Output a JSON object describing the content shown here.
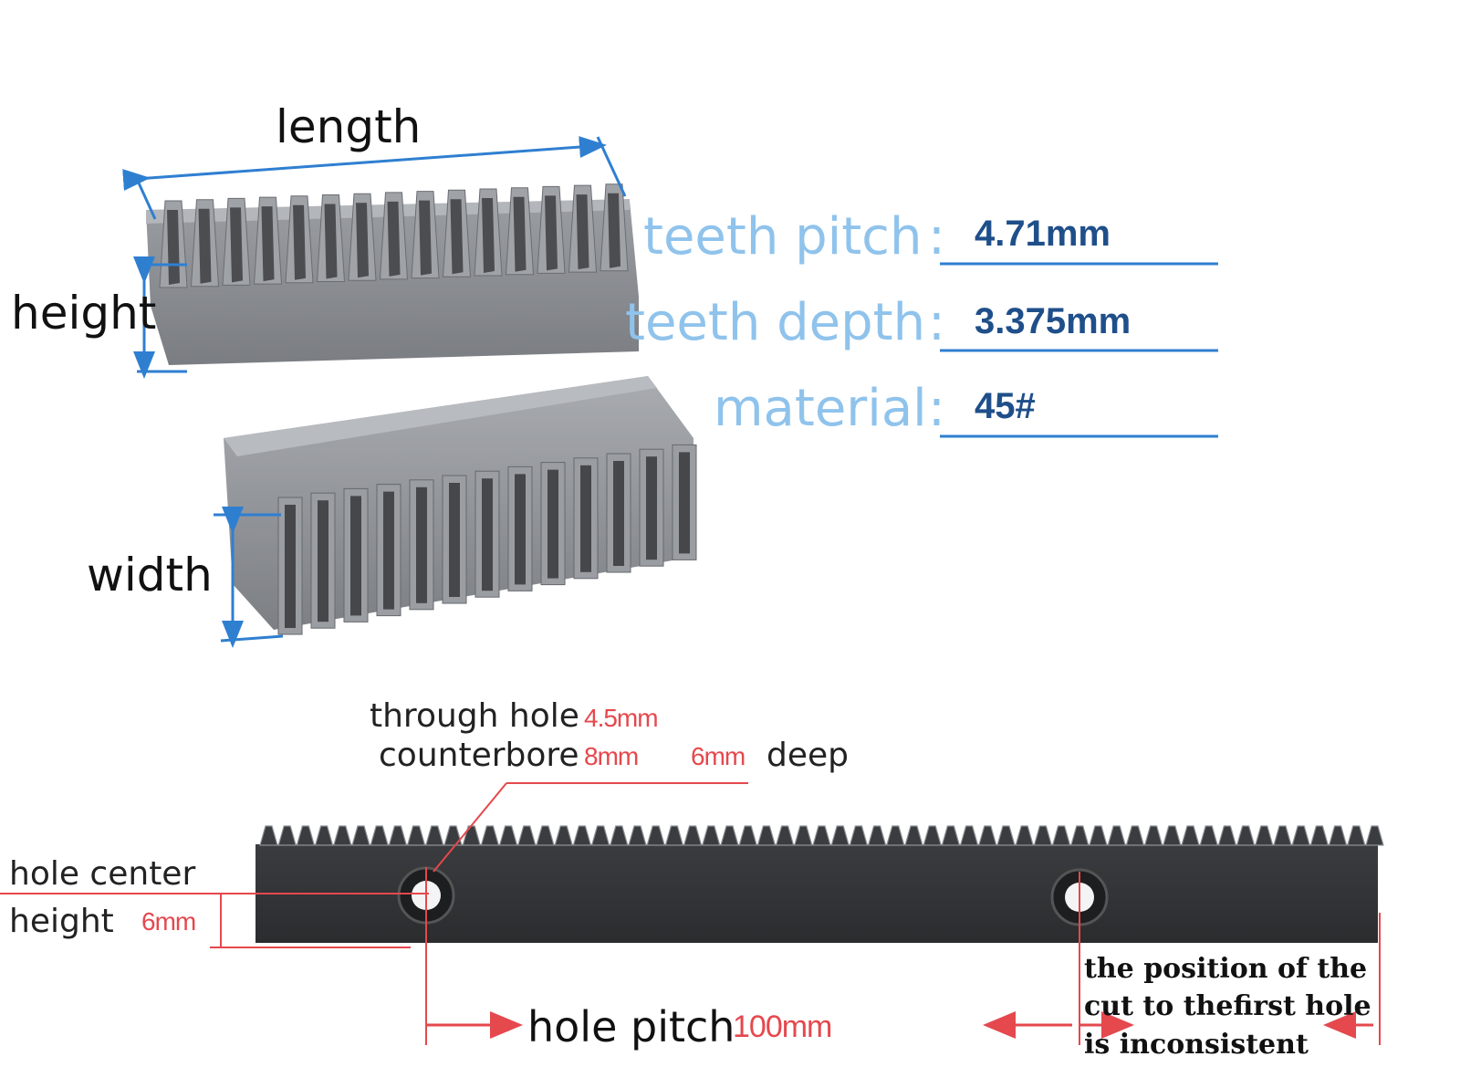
{
  "labels": {
    "length": "length",
    "height": "height",
    "width": "width"
  },
  "specs": {
    "teeth_pitch": {
      "key": "teeth pitch",
      "value": "4.71mm"
    },
    "teeth_depth": {
      "key": "teeth depth",
      "value": "3.375mm"
    },
    "material": {
      "key": "material",
      "value": "45#"
    }
  },
  "spec_colon": ":",
  "holes": {
    "through_hole_label": "through hole",
    "through_hole_value": "4.5mm",
    "counterbore_label": "counterbore",
    "counterbore_value": "8mm",
    "depth_value": "6mm",
    "depth_label": "deep",
    "center_height_label_1": "hole center",
    "center_height_label_2": "height",
    "center_height_value": "6mm",
    "pitch_label": "hole pitch",
    "pitch_value": "100mm"
  },
  "note": {
    "line1": "the position of the",
    "line2": "cut to thefirst hole",
    "line3": "is inconsistent"
  },
  "colors": {
    "spec_key": "#8fc3ec",
    "spec_value": "#1f4f8a",
    "dimension_blue": "#2f7fd1",
    "dimension_red": "#e5484d",
    "steel": "#8c8f94",
    "rack_dark": "#2f3133"
  }
}
